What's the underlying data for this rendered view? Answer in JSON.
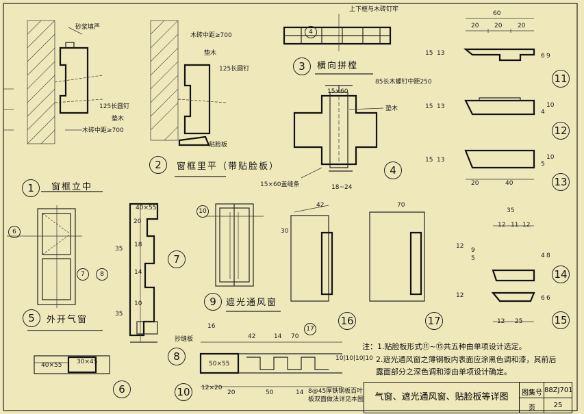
{
  "drawing": {
    "labels": {
      "sand_mortar": "砂浆填严",
      "wood_brick_spacing": "木砖中距≥700",
      "block_wood_1": "垫木",
      "nail_125_a": "125长圆钉",
      "nail_125_b": "125长圆钉",
      "block_wood_2": "垫木",
      "wood_brick_spacing_2": "木砖中距≥700",
      "trim_board": "贴脸板",
      "top_bottom_frame": "上下框与木砖钉牢",
      "screw_85": "85长木螺钉中距250",
      "block_wood_3": "垫木",
      "strip_15x60": "15×60盖缝条",
      "dim_15x60": "15×60",
      "dim_18_24": "18~24",
      "cover_strip": "抄缝板",
      "louver_note_a": "8@45厚铁钢板百叶",
      "louver_note_b": "板双面做法详见本图"
    },
    "titles": {
      "t1": "窗框立中",
      "t2": "窗框里平（带贴脸板）",
      "t3": "横向拼樘",
      "t5": "外开气窗",
      "t9": "遮光通风窗"
    },
    "callouts": [
      "1",
      "2",
      "3",
      "4",
      "5",
      "6",
      "7",
      "8",
      "9",
      "10",
      "11",
      "12",
      "13",
      "14",
      "15",
      "16",
      "17"
    ],
    "small_callouts": [
      "4",
      "6",
      "7",
      "8",
      "10",
      "17"
    ],
    "dims": {
      "d60": "60",
      "d20a": "20",
      "d20b": "20",
      "d20c": "20",
      "d15a": "15",
      "d13": "13",
      "d6": "6",
      "d9": "9",
      "d15b": "15",
      "d13b": "13",
      "d4": "4",
      "d10": "10",
      "d15c": "15",
      "d13c": "13",
      "d5": "5",
      "d10b": "10",
      "d20d": "20",
      "d40": "40",
      "d35": "35",
      "d12a": "12",
      "d11": "11",
      "d12b": "12",
      "d12c": "12",
      "d9b": "9",
      "d5b": "5",
      "d4b": "4",
      "d8": "8",
      "d12d": "12",
      "d6b": "6",
      "d6c": "6",
      "d12e": "12",
      "d25": "25",
      "d42": "42",
      "d70": "70",
      "d30": "30",
      "d40x55": "40×55",
      "d40x55b": "40×55",
      "d30x45": "30×45",
      "d50x55": "50×55",
      "d20e": "20",
      "d18": "18",
      "d14": "14",
      "d10c": "10",
      "d35b": "35",
      "d35c": "35",
      "d42b": "42",
      "d14b": "14",
      "d70b": "70",
      "d16": "16",
      "d12x20": "12×20",
      "d50": "50",
      "d20f": "20",
      "d14c": "14",
      "d10x4": "10|10|10|10"
    },
    "notes": {
      "n1": "注：1.贴脸板形式⑪~⑮共五种由单项设计选定。",
      "n2": "2.遮光通风窗之薄钢板内表面应涂黑色调和漆，其前后",
      "n3": "露面部分之深色调和漆由单项设计确定。"
    },
    "title_block": {
      "title": "气窗、遮光通风窗、贴脸板等详图",
      "atlas_label": "图集号",
      "atlas_value": "88ZJ701",
      "page_label": "页",
      "page_value": "25"
    }
  }
}
